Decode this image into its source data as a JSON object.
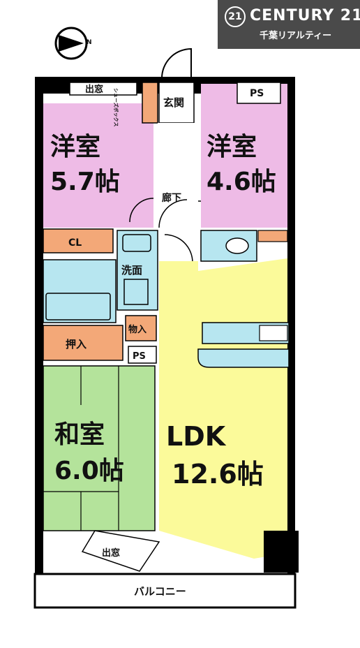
{
  "brand": {
    "logo_mark": "21",
    "name": "CENTURY 21",
    "branch": "千葉リアルティー"
  },
  "compass": {
    "north_label": "N"
  },
  "rooms": {
    "western1": {
      "name": "洋室",
      "size": "5.7帖"
    },
    "western2": {
      "name": "洋室",
      "size": "4.6帖"
    },
    "japanese": {
      "name": "和室",
      "size": "6.0帖"
    },
    "ldk": {
      "name": "LDK",
      "size": "12.6帖"
    }
  },
  "labels": {
    "bay_window_top": "出窓",
    "shoe_box": "シューズボックス",
    "entrance": "玄関",
    "ps_top": "PS",
    "corridor": "廊下",
    "closet": "CL",
    "washroom": "洗面",
    "storage_small": "物入",
    "oshiire": "押入",
    "ps_bottom": "PS",
    "bay_window_bottom": "出窓",
    "balcony": "バルコニー"
  },
  "colors": {
    "western": "#eebbe6",
    "wet": "#b7e6f0",
    "storage": "#f3a878",
    "tatami": "#b4e39b",
    "ldk": "#fbfa9a",
    "wall": "#000000",
    "brand_bg": "#4a4a4a"
  },
  "icons": [
    "compass-icon",
    "bathtub-icon",
    "toilet-icon",
    "sink-icon",
    "kitchen-counter-icon",
    "stove-icon",
    "door-swing-icon"
  ]
}
